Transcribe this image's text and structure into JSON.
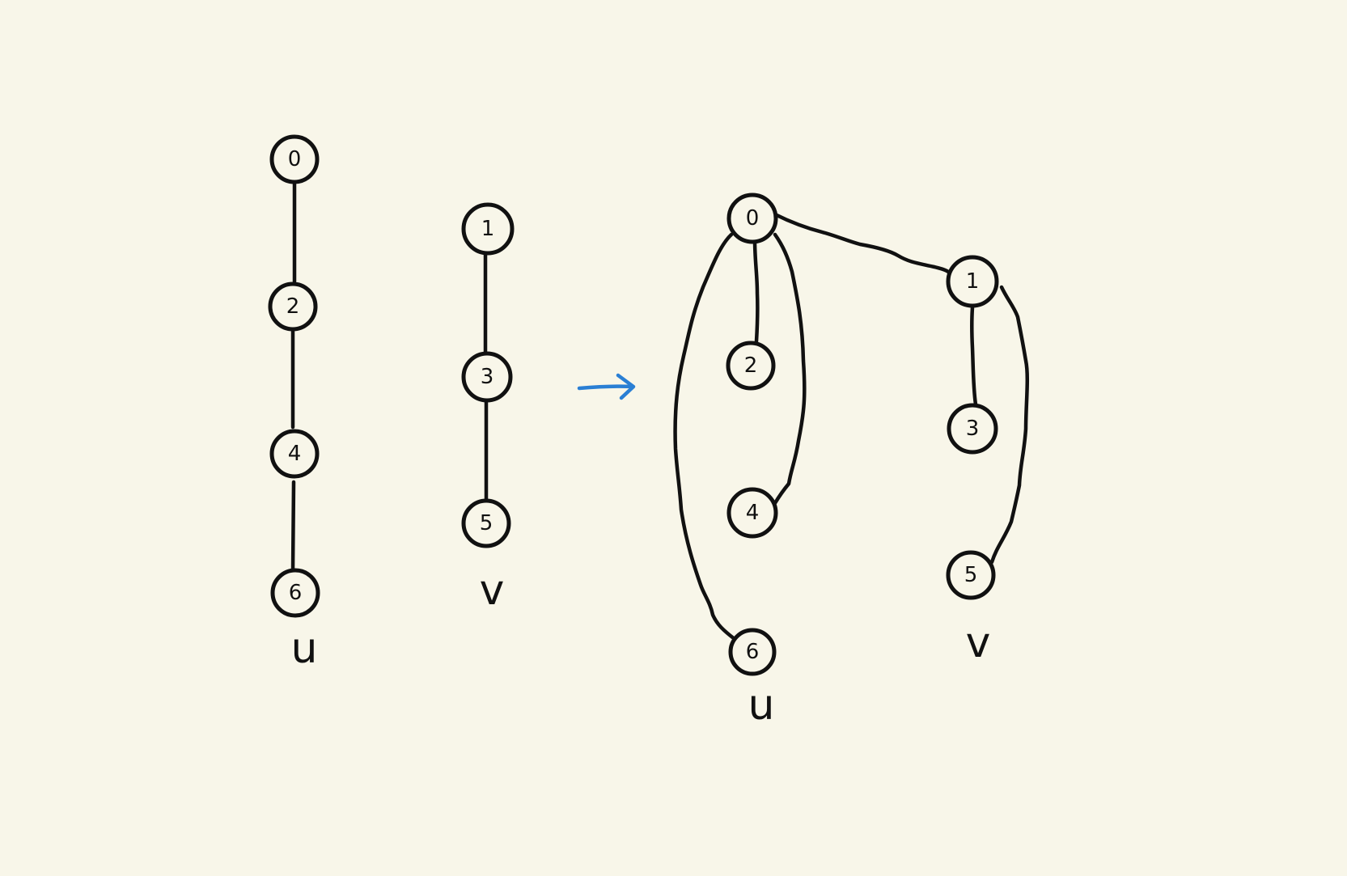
{
  "colors": {
    "background": "#f8f6e9",
    "ink": "#111111",
    "arrow": "#2a7fd4"
  },
  "before": {
    "u": {
      "label": "u",
      "nodes": [
        "0",
        "2",
        "4",
        "6"
      ]
    },
    "v": {
      "label": "v",
      "nodes": [
        "1",
        "3",
        "5"
      ]
    }
  },
  "after": {
    "u": {
      "label": "u",
      "nodes": [
        "0",
        "2",
        "4",
        "6"
      ]
    },
    "v": {
      "label": "v",
      "nodes": [
        "1",
        "3",
        "5"
      ]
    }
  },
  "arrow_icon": "right-arrow-icon"
}
